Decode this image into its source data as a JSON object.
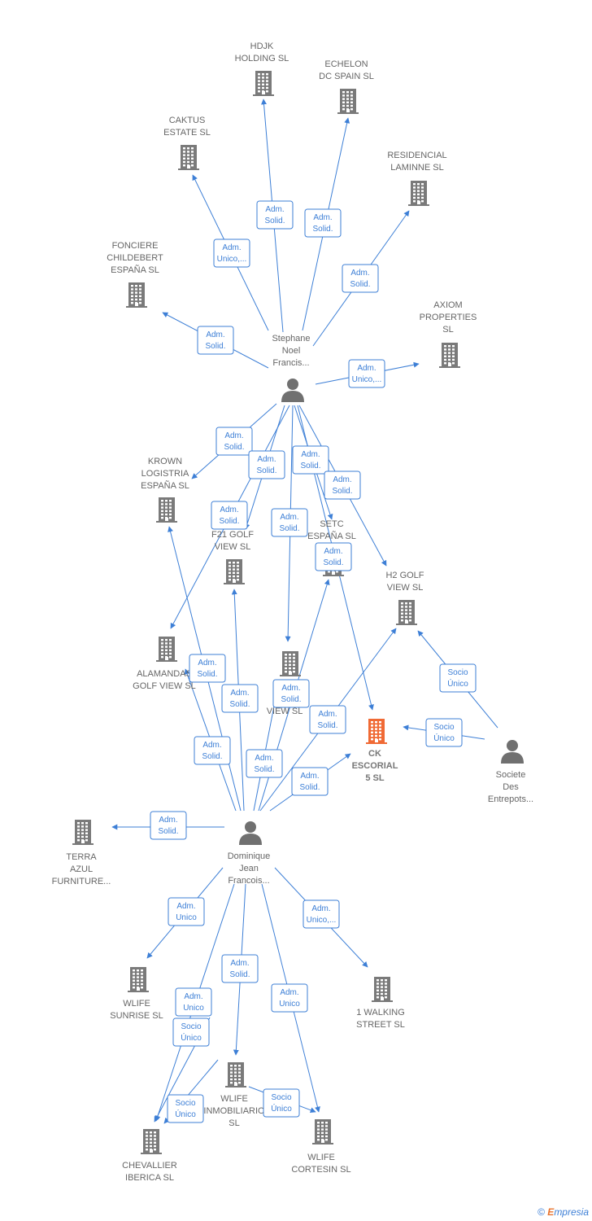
{
  "colors": {
    "edge": "#3d7fd6",
    "company": "#7a7a7a",
    "focus": "#f06a35",
    "person": "#707070",
    "label": "#666666"
  },
  "nodes": [
    {
      "id": "hdjk",
      "type": "company",
      "lines": [
        "HDJK",
        "HOLDING  SL"
      ]
    },
    {
      "id": "echelon",
      "type": "company",
      "lines": [
        "ECHELON",
        "DC SPAIN  SL"
      ]
    },
    {
      "id": "caktus",
      "type": "company",
      "lines": [
        "CAKTUS",
        "ESTATE  SL"
      ]
    },
    {
      "id": "residencial",
      "type": "company",
      "lines": [
        "RESIDENCIAL",
        "LAMINNE SL"
      ]
    },
    {
      "id": "fonciere",
      "type": "company",
      "lines": [
        "FONCIERE",
        "CHILDEBERT",
        "ESPAÑA  SL"
      ]
    },
    {
      "id": "axiom",
      "type": "company",
      "lines": [
        "AXIOM",
        "PROPERTIES",
        "SL"
      ]
    },
    {
      "id": "stephane",
      "type": "person",
      "lines": [
        "Stephane",
        "Noel",
        "Francis..."
      ]
    },
    {
      "id": "krown",
      "type": "company",
      "lines": [
        "KROWN",
        "LOGISTRIA",
        "ESPAÑA  SL"
      ]
    },
    {
      "id": "f21",
      "type": "company",
      "lines": [
        "F21 GOLF",
        "VIEW  SL"
      ]
    },
    {
      "id": "setc",
      "type": "company",
      "lines": [
        "SETC",
        "ESPAÑA  SL"
      ]
    },
    {
      "id": "h2golf",
      "type": "company",
      "lines": [
        "H2 GOLF",
        "VIEW  SL"
      ]
    },
    {
      "id": "alamandas",
      "type": "company",
      "lines": [
        "ALAMANDAS",
        "GOLF VIEW  SL"
      ]
    },
    {
      "id": "es1view",
      "type": "company",
      "lines": [
        "ES...",
        "1...",
        "VIEW  SL"
      ]
    },
    {
      "id": "ckescorial",
      "type": "focus",
      "lines": [
        "CK",
        "ESCORIAL",
        "5  SL"
      ]
    },
    {
      "id": "societe",
      "type": "person",
      "lines": [
        "Societe",
        "Des",
        "Entrepots..."
      ]
    },
    {
      "id": "terra",
      "type": "company",
      "lines": [
        "TERRA",
        "AZUL",
        "FURNITURE..."
      ]
    },
    {
      "id": "dominique",
      "type": "person",
      "lines": [
        "Dominique",
        "Jean",
        "Francois..."
      ]
    },
    {
      "id": "wlifesunrise",
      "type": "company",
      "lines": [
        "WLIFE",
        "SUNRISE  SL"
      ]
    },
    {
      "id": "walking",
      "type": "company",
      "lines": [
        "1 WALKING",
        "STREET  SL"
      ]
    },
    {
      "id": "wlifeinm",
      "type": "company",
      "lines": [
        "WLIFE",
        "INMOBILIARIO",
        "SL"
      ]
    },
    {
      "id": "chevallier",
      "type": "company",
      "lines": [
        "CHEVALLIER",
        "IBERICA  SL"
      ]
    },
    {
      "id": "cortesin",
      "type": "company",
      "lines": [
        "WLIFE",
        "CORTESIN  SL"
      ]
    }
  ],
  "edges": [
    {
      "from": "stephane",
      "to": "hdjk",
      "lines": [
        "Adm.",
        "Solid."
      ]
    },
    {
      "from": "stephane",
      "to": "echelon",
      "lines": [
        "Adm.",
        "Solid."
      ]
    },
    {
      "from": "stephane",
      "to": "caktus",
      "lines": [
        "Adm.",
        "Unico,..."
      ]
    },
    {
      "from": "stephane",
      "to": "residencial",
      "lines": [
        "Adm.",
        "Solid."
      ]
    },
    {
      "from": "stephane",
      "to": "fonciere",
      "lines": [
        "Adm.",
        "Solid."
      ]
    },
    {
      "from": "stephane",
      "to": "axiom",
      "lines": [
        "Adm.",
        "Unico,..."
      ]
    },
    {
      "from": "stephane",
      "to": "krown",
      "lines": [
        "Adm.",
        "Solid."
      ]
    },
    {
      "from": "stephane",
      "to": "f21",
      "lines": [
        "Adm.",
        "Solid."
      ]
    },
    {
      "from": "stephane",
      "to": "setc",
      "lines": [
        "Adm.",
        "Solid."
      ]
    },
    {
      "from": "stephane",
      "to": "h2golf",
      "lines": [
        "Adm.",
        "Solid."
      ]
    },
    {
      "from": "stephane",
      "to": "alamandas",
      "lines": [
        "Adm.",
        "Solid."
      ]
    },
    {
      "from": "stephane",
      "to": "es1view",
      "lines": [
        "Adm.",
        "Solid."
      ]
    },
    {
      "from": "stephane",
      "to": "ckescorial",
      "lines": [
        "Adm.",
        "Solid."
      ]
    },
    {
      "from": "societe",
      "to": "h2golf",
      "lines": [
        "Socio",
        "Único"
      ]
    },
    {
      "from": "societe",
      "to": "ckescorial",
      "lines": [
        "Socio",
        "Único"
      ]
    },
    {
      "from": "dominique",
      "to": "krown",
      "lines": [
        "Adm.",
        "Solid."
      ]
    },
    {
      "from": "dominique",
      "to": "f21",
      "lines": [
        "Adm.",
        "Solid."
      ]
    },
    {
      "from": "dominique",
      "to": "alamandas",
      "lines": [
        "Adm.",
        "Solid."
      ]
    },
    {
      "from": "dominique",
      "to": "es1view",
      "lines": [
        "Adm.",
        "Solid."
      ]
    },
    {
      "from": "dominique",
      "to": "setc",
      "lines": [
        "Adm.",
        "Solid."
      ]
    },
    {
      "from": "dominique",
      "to": "h2golf",
      "lines": [
        "Adm.",
        "Solid."
      ]
    },
    {
      "from": "dominique",
      "to": "ckescorial",
      "lines": [
        "Adm.",
        "Solid."
      ]
    },
    {
      "from": "dominique",
      "to": "terra",
      "lines": [
        "Adm.",
        "Solid."
      ]
    },
    {
      "from": "dominique",
      "to": "wlifesunrise",
      "lines": [
        "Adm.",
        "Unico"
      ]
    },
    {
      "from": "dominique",
      "to": "walking",
      "lines": [
        "Adm.",
        "Unico,..."
      ]
    },
    {
      "from": "dominique",
      "to": "wlifeinm",
      "lines": [
        "Adm.",
        "Solid."
      ]
    },
    {
      "from": "dominique",
      "to": "cortesin",
      "lines": [
        "Adm.",
        "Unico"
      ]
    },
    {
      "from": "dominique",
      "to": "chevallier",
      "lines": [
        "Adm.",
        "Unico"
      ]
    },
    {
      "from": "wlifesunrise",
      "to": "chevallier",
      "lines": [
        "Socio",
        "Único"
      ]
    },
    {
      "from": "wlifeinm",
      "to": "chevallier",
      "lines": [
        "Socio",
        "Único"
      ]
    },
    {
      "from": "wlifeinm",
      "to": "cortesin",
      "lines": [
        "Socio",
        "Único"
      ]
    }
  ],
  "footer": {
    "copyright": "©",
    "brand_initial": "E",
    "brand_rest": "mpresia"
  }
}
